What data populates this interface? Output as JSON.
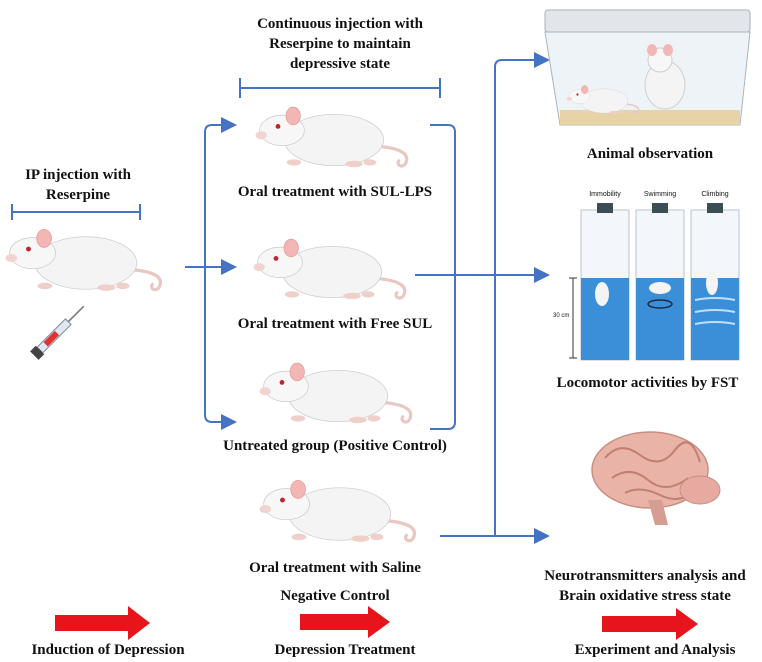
{
  "induction": {
    "title_line1": "IP injection with",
    "title_line2": "Reserpine"
  },
  "maintenance": {
    "line1": "Continuous injection with",
    "line2": "Reserpine to maintain",
    "line3": "depressive state"
  },
  "groups": {
    "g1": "Oral treatment with SUL-LPS",
    "g2": "Oral treatment with Free SUL",
    "g3": "Untreated group (Positive Control)",
    "g4_line1": "Oral treatment with Saline",
    "g4_line2": "Negative Control"
  },
  "experiments": {
    "e1": "Animal observation",
    "e2": "Locomotor activities by FST",
    "e3_line1": "Neurotransmitters analysis and",
    "e3_line2": "Brain oxidative stress state",
    "fst_labels": [
      "Immobility",
      "Swimming",
      "Climbing"
    ],
    "fst_depth": "30 cm"
  },
  "phases": {
    "p1": "Induction of Depression",
    "p2": "Depression Treatment",
    "p3": "Experiment and Analysis"
  },
  "colors": {
    "connector": "#4472c4",
    "phase_arrow": "#e8141b",
    "rat_body": "#f4f4f4",
    "rat_outline": "#c9c9c9",
    "rat_ear": "#f2b7b5",
    "water": "#3b8fd8"
  }
}
